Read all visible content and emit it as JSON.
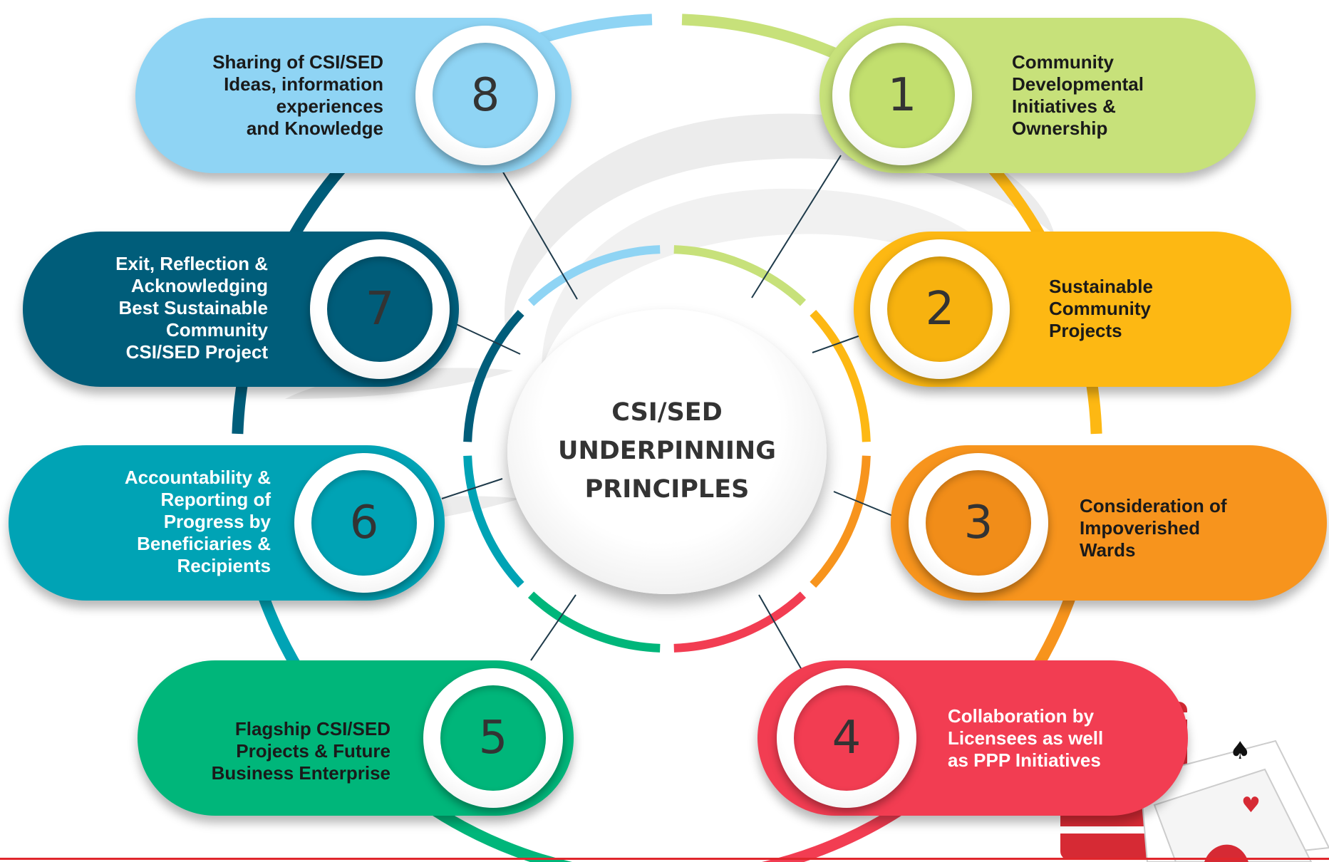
{
  "diagram": {
    "center_title": "CSI/SED\nUNDERPINNING\nPRINCIPLES",
    "colors": {
      "light_green": "#c7e17a",
      "yellow": "#fdb813",
      "orange": "#f7941d",
      "red": "#f23d52",
      "green": "#00b67a",
      "teal": "#00a3b5",
      "dark_teal": "#005d7a",
      "light_blue": "#8fd4f4",
      "label_dark": "#1a1a1a",
      "label_light": "#ffffff",
      "accent_line": "#e0262c"
    },
    "principles": [
      {
        "number": "1",
        "label": "Community\nDevelopmental\nInitiatives &\nOwnership",
        "color": "#c7e17a",
        "disc": "#c2df6e",
        "text_color": "#1a1a1a"
      },
      {
        "number": "2",
        "label": "Sustainable\nCommunity\nProjects",
        "color": "#fdb813",
        "disc": "#f7b20f",
        "text_color": "#1a1a1a"
      },
      {
        "number": "3",
        "label": "Consideration of\nImpoverished\nWards",
        "color": "#f7941d",
        "disc": "#f18d19",
        "text_color": "#1a1a1a"
      },
      {
        "number": "4",
        "label": "Collaboration by\nLicensees as well\nas PPP Initiatives",
        "color": "#f23d52",
        "disc": "#f23d52",
        "text_color": "#ffffff"
      },
      {
        "number": "5",
        "label": "Flagship CSI/SED\nProjects & Future\nBusiness Enterprise",
        "color": "#00b67a",
        "disc": "#00b67a",
        "text_color": "#1a1a1a"
      },
      {
        "number": "6",
        "label": "Accountability &\nReporting of\nProgress by\nBeneficiaries &\nRecipients",
        "color": "#00a3b5",
        "disc": "#00a3b5",
        "text_color": "#ffffff"
      },
      {
        "number": "7",
        "label": "Exit, Reflection &\nAcknowledging\nBest Sustainable\nCommunity\nCSI/SED Project",
        "color": "#005d7a",
        "disc": "#005d7a",
        "text_color": "#ffffff"
      },
      {
        "number": "8",
        "label": "Sharing of CSI/SED\nIdeas, information\nexperiences\nand Knowledge",
        "color": "#8fd4f4",
        "disc": "#8fd4f4",
        "text_color": "#1a1a1a"
      }
    ]
  }
}
